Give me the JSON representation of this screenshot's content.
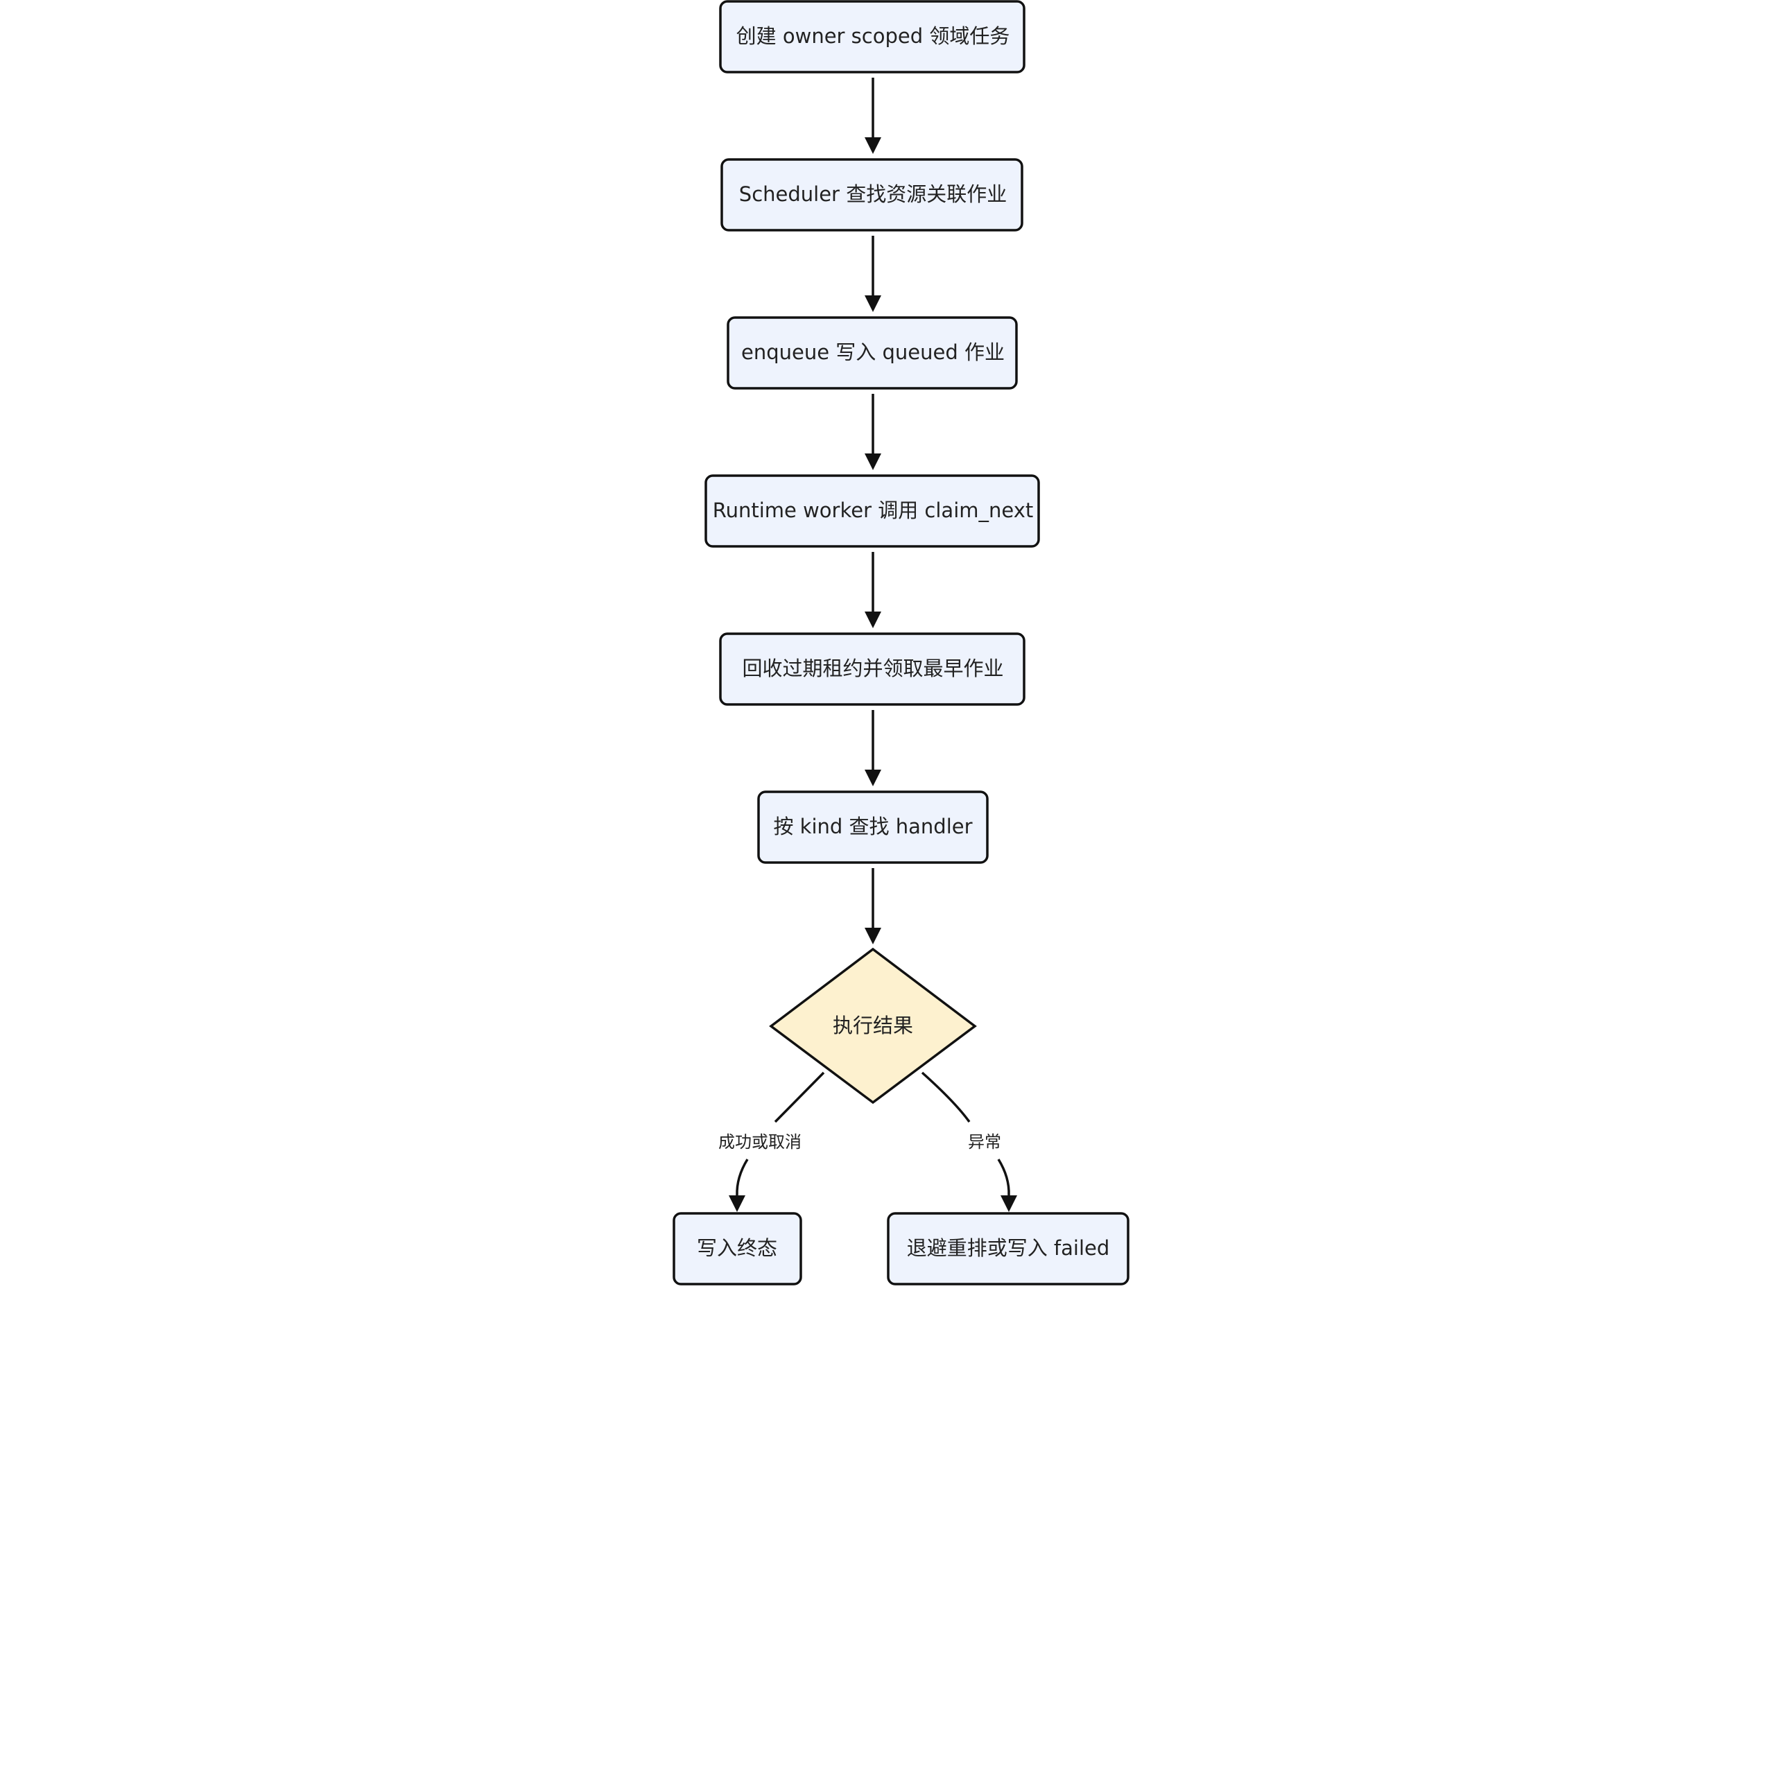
{
  "colors": {
    "process_fill": "#eef3fd",
    "decision_fill": "#fdf1cf",
    "stroke": "#111111",
    "text": "#222222"
  },
  "nodes": {
    "create_task": "创建 owner scoped 领域任务",
    "scheduler_lookup": "Scheduler 查找资源关联作业",
    "enqueue": "enqueue 写入 queued 作业",
    "claim_next": "Runtime worker 调用 claim_next",
    "reclaim": "回收过期租约并领取最早作业",
    "find_handler": "按 kind 查找 handler",
    "decision": "执行结果",
    "write_final": "写入终态",
    "backoff": "退避重排或写入 failed"
  },
  "edge_labels": {
    "success_or_cancel": "成功或取消",
    "exception": "异常"
  }
}
